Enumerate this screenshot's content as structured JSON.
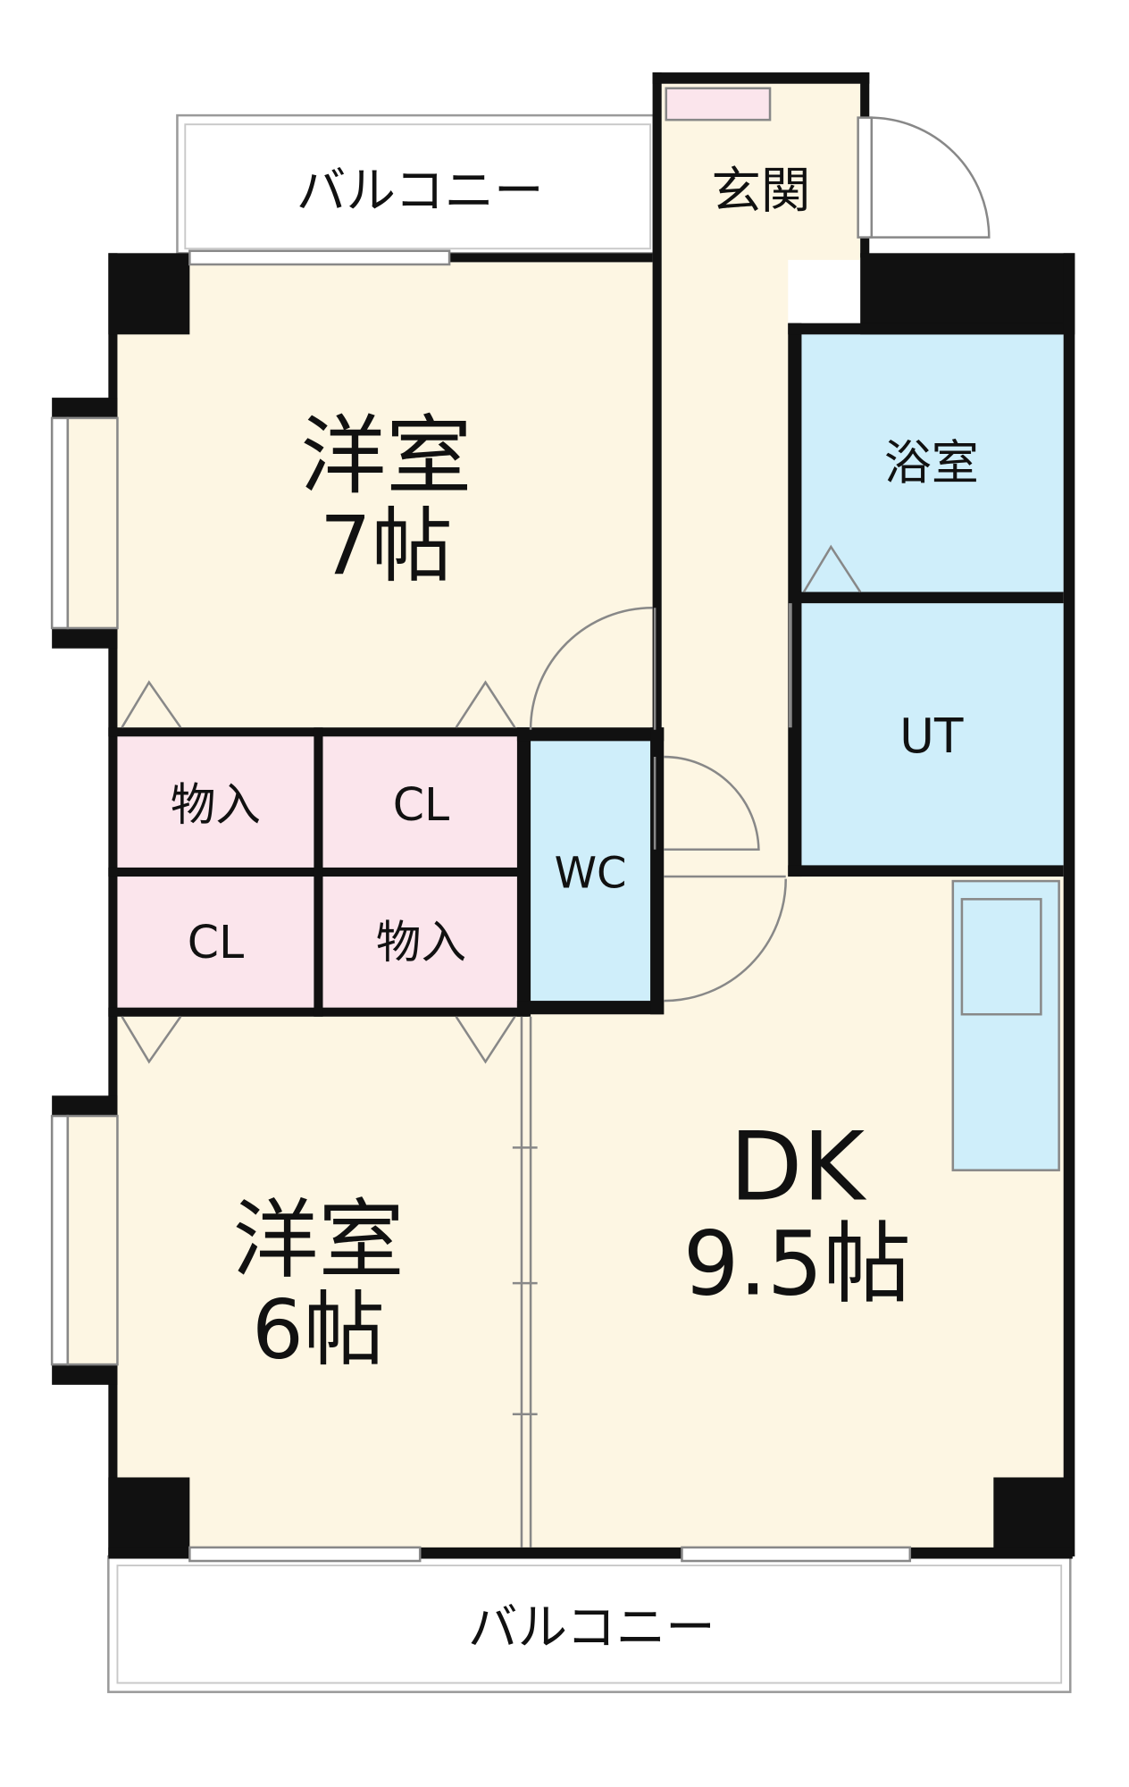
{
  "colors": {
    "wall": "#111111",
    "floor": "#fdf6e3",
    "wet": "#cfeefa",
    "storage": "#fbe5ec",
    "line": "#888888",
    "outline": "#9a9a9a"
  },
  "rooms": {
    "balcony_top": "バルコニー",
    "entrance": "玄関",
    "western_7": {
      "name": "洋室",
      "size": "7帖"
    },
    "bath": "浴室",
    "ut": "UT",
    "storage_1": "物入",
    "closet_1": "CL",
    "wc": "WC",
    "closet_2": "CL",
    "storage_2": "物入",
    "western_6": {
      "name": "洋室",
      "size": "6帖"
    },
    "dk": {
      "name": "DK",
      "size": "9.5帖"
    },
    "balcony_bottom": "バルコニー"
  }
}
